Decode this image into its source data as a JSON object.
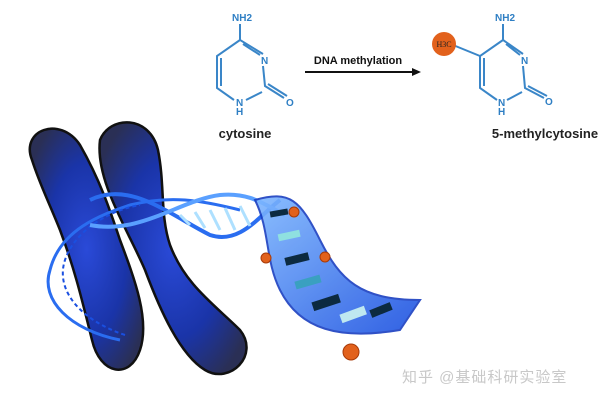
{
  "reaction": {
    "substrate": {
      "name": "cytosine",
      "labels": {
        "amine": "NH2",
        "n3": "N",
        "n1": "N",
        "h1": "H",
        "oxygen": "O"
      }
    },
    "arrow_label": "DNA methylation",
    "product": {
      "name": "5-methylcytosine",
      "labels": {
        "amine": "NH2",
        "n3": "N",
        "n1": "N",
        "h1": "H",
        "oxygen": "O",
        "methyl": "H3C"
      }
    },
    "methyl_color": "#e2611c"
  },
  "illustration": {
    "chromosome_color": "#1f3fbf",
    "dna_color": "#2a6df0",
    "methyl_mark_color": "#e2611c"
  },
  "watermark": "知乎 @基础科研实验室"
}
